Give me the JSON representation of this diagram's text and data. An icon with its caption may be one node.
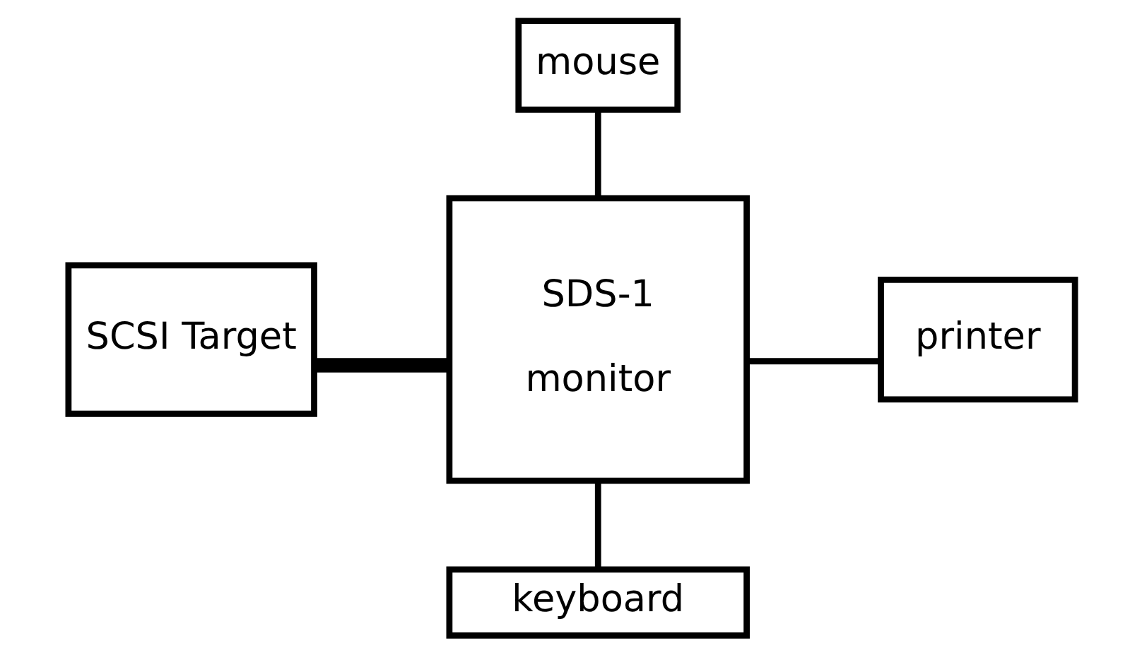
{
  "diagram": {
    "nodes": [
      {
        "text": [
          "mouse"
        ]
      },
      {
        "text": [
          "SDS-1",
          "monitor"
        ]
      },
      {
        "text": [
          "printer"
        ]
      },
      {
        "text": [
          "SCSI Target"
        ]
      },
      {
        "text": [
          "keyboard"
        ]
      }
    ],
    "edges": [
      {
        "from": 0,
        "to": 1,
        "arrow": "none"
      },
      {
        "from": 1,
        "to": 2,
        "arrow": "none"
      },
      {
        "from": 3,
        "to": 1,
        "arrow": "none",
        "style": "thick"
      },
      {
        "from": 1,
        "to": 4,
        "arrow": "none"
      }
    ]
  }
}
